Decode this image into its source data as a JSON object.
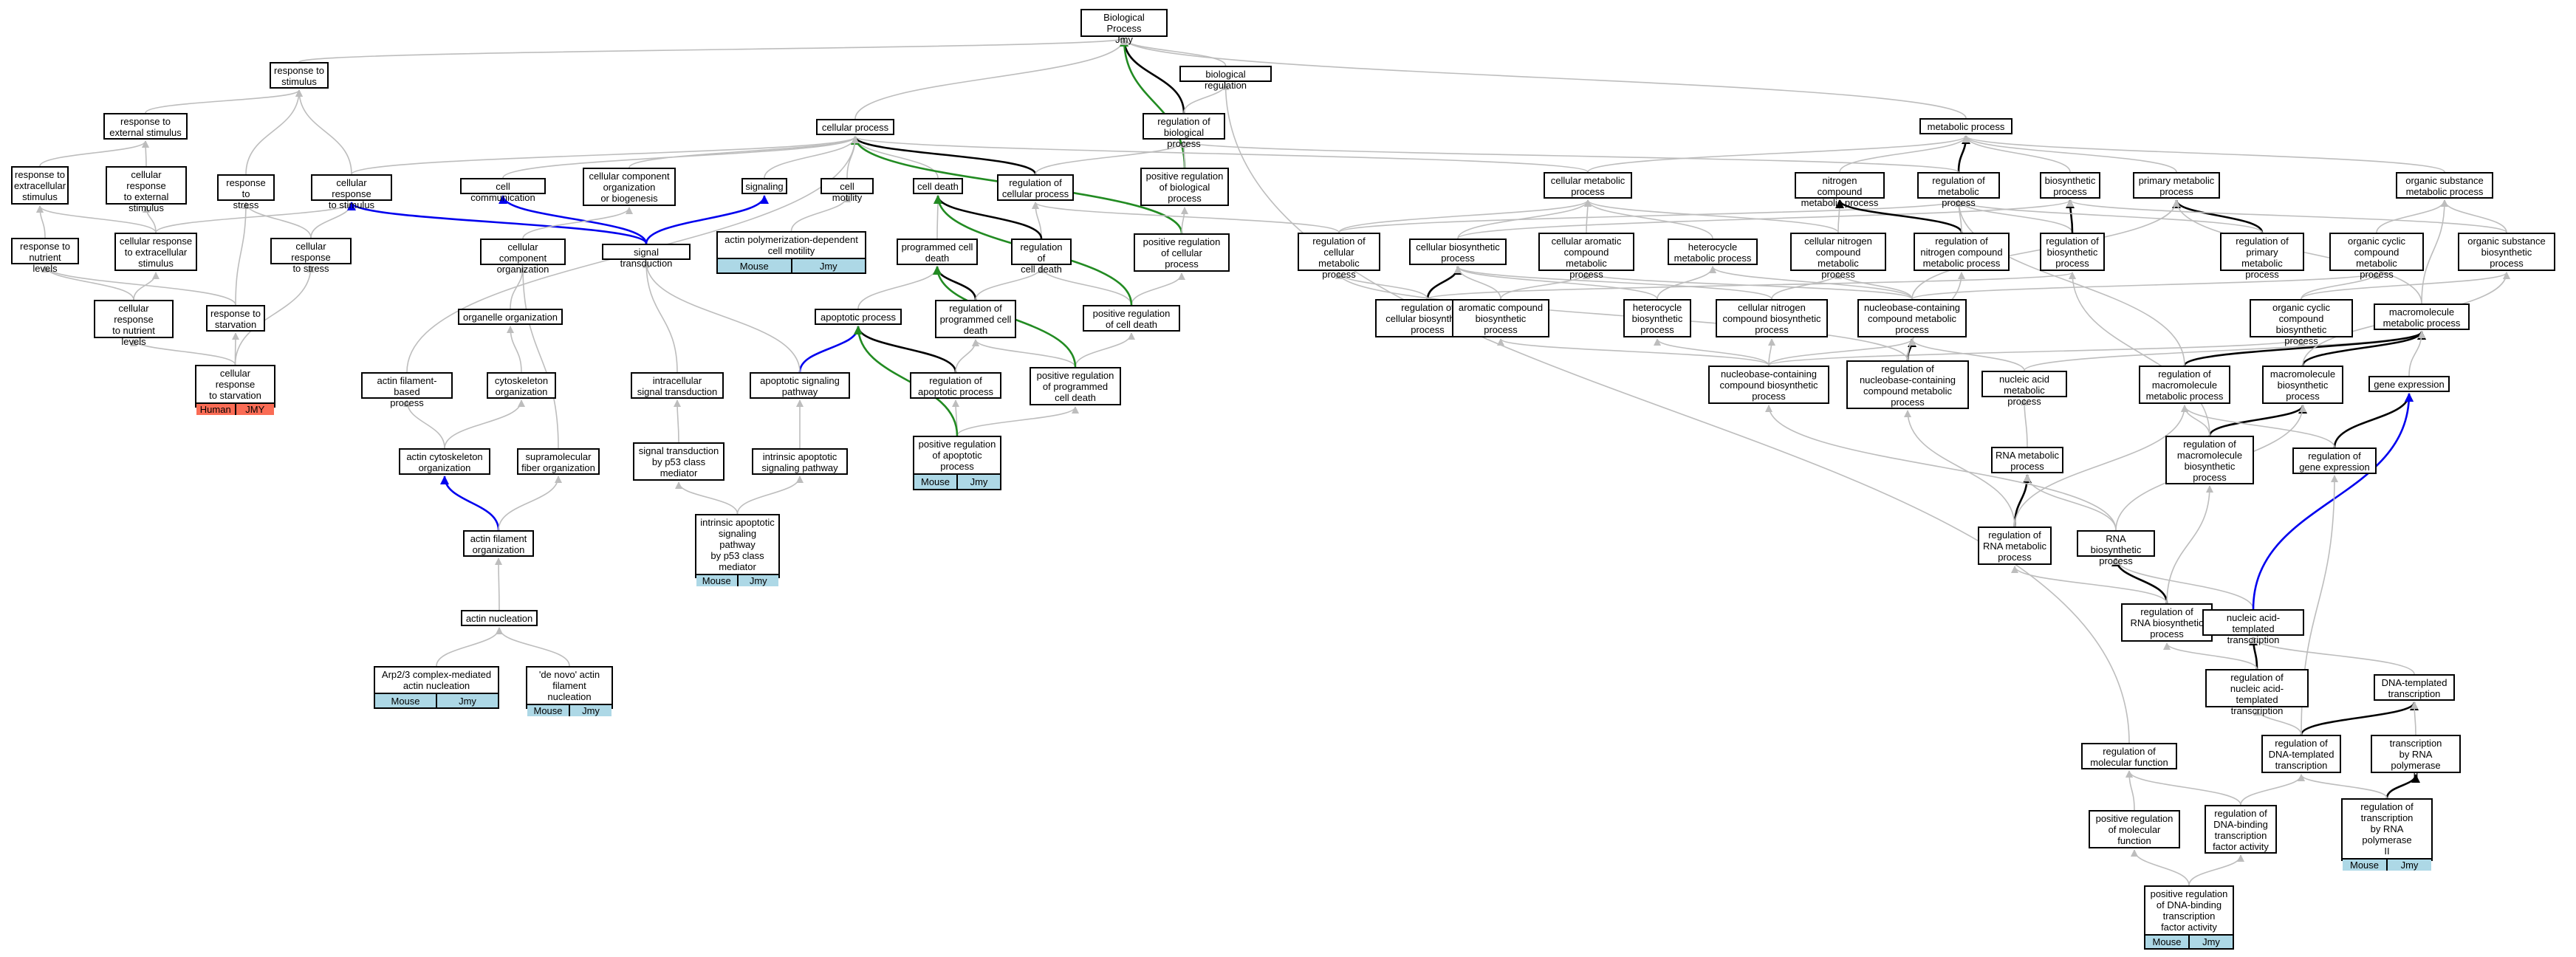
{
  "colors": {
    "edge_default": "#bdbdbd",
    "edge_is_a": "#000000",
    "edge_negative": "#0000ee",
    "edge_positive": "#228b22",
    "anno_mouse": "#add8e6",
    "anno_human": "#fa6c55"
  },
  "nodes": {
    "bp": {
      "label": "Biological Process\nJmy"
    },
    "br": {
      "label": "biological regulation"
    },
    "rts": {
      "label": "response to\nstimulus"
    },
    "rtes": {
      "label": "response to\nexternal stimulus"
    },
    "rtex": {
      "label": "response to\nextracellular\nstimulus"
    },
    "crtes": {
      "label": "cellular response\nto external\nstimulus"
    },
    "rtnl": {
      "label": "response to\nnutrient levels"
    },
    "crtex": {
      "label": "cellular response\nto extracellular\nstimulus"
    },
    "crnl": {
      "label": "cellular response\nto nutrient\nlevels"
    },
    "rtst": {
      "label": "response to\nstress"
    },
    "crtst": {
      "label": "cellular response\nto stimulus"
    },
    "crstress": {
      "label": "cellular response\nto stress"
    },
    "rtstarv": {
      "label": "response to\nstarvation"
    },
    "crtstarv": {
      "label": "cellular response\nto starvation",
      "ann": [
        "Human",
        "JMY"
      ]
    },
    "cp": {
      "label": "cellular process"
    },
    "cc": {
      "label": "cell communication"
    },
    "ccob": {
      "label": "cellular component\norganization\nor biogenesis"
    },
    "sig": {
      "label": "signaling"
    },
    "cm": {
      "label": "cell motility"
    },
    "cd": {
      "label": "cell death"
    },
    "rcp": {
      "label": "regulation of\ncellular process"
    },
    "robp": {
      "label": "regulation of\nbiological process"
    },
    "prbp": {
      "label": "positive regulation\nof biological\nprocess"
    },
    "ccorg": {
      "label": "cellular component\norganization"
    },
    "st": {
      "label": "signal transduction"
    },
    "apdcm": {
      "label": "actin polymerization-dependent\ncell motility",
      "ann": [
        "Mouse",
        "Jmy"
      ]
    },
    "pcd": {
      "label": "programmed cell\ndeath"
    },
    "rocd": {
      "label": "regulation of\ncell death"
    },
    "prcp": {
      "label": "positive regulation\nof cellular\nprocess"
    },
    "oo": {
      "label": "organelle organization"
    },
    "ap": {
      "label": "apoptotic process"
    },
    "ropcd": {
      "label": "regulation of\nprogrammed cell\ndeath"
    },
    "prcd": {
      "label": "positive regulation\nof cell death"
    },
    "afbp": {
      "label": "actin filament-based\nprocess"
    },
    "cytorg": {
      "label": "cytoskeleton\norganization"
    },
    "ist": {
      "label": "intracellular\nsignal transduction"
    },
    "asp": {
      "label": "apoptotic signaling\npathway"
    },
    "roap": {
      "label": "regulation of\napoptotic process"
    },
    "prpcd": {
      "label": "positive regulation\nof programmed\ncell death"
    },
    "aco": {
      "label": "actin cytoskeleton\norganization"
    },
    "sfo": {
      "label": "supramolecular\nfiber organization"
    },
    "stp53": {
      "label": "signal transduction\nby p53 class\nmediator"
    },
    "iasp": {
      "label": "intrinsic apoptotic\nsignaling pathway"
    },
    "prap": {
      "label": "positive regulation\nof apoptotic\nprocess",
      "ann": [
        "Mouse",
        "Jmy"
      ]
    },
    "iaspp53": {
      "label": "intrinsic apoptotic\nsignaling pathway\nby p53 class\nmediator",
      "ann": [
        "Mouse",
        "Jmy"
      ]
    },
    "afo": {
      "label": "actin filament\norganization"
    },
    "an": {
      "label": "actin nucleation"
    },
    "arp23": {
      "label": "Arp2/3 complex-mediated\nactin nucleation",
      "ann": [
        "Mouse",
        "Jmy"
      ]
    },
    "denovo": {
      "label": "'de novo' actin\nfilament nucleation",
      "ann": [
        "Mouse",
        "Jmy"
      ]
    },
    "mp": {
      "label": "metabolic process"
    },
    "cmp": {
      "label": "cellular metabolic\nprocess"
    },
    "ncmp": {
      "label": "nitrogen compound\nmetabolic process"
    },
    "romp": {
      "label": "regulation of\nmetabolic process"
    },
    "bsp": {
      "label": "biosynthetic\nprocess"
    },
    "pmp": {
      "label": "primary metabolic\nprocess"
    },
    "osmp": {
      "label": "organic substance\nmetabolic process"
    },
    "rocmp": {
      "label": "regulation of\ncellular metabolic\nprocess"
    },
    "cbp": {
      "label": "cellular biosynthetic\nprocess"
    },
    "cacmp": {
      "label": "cellular aromatic\ncompound metabolic\nprocess"
    },
    "hmp": {
      "label": "heterocycle\nmetabolic process"
    },
    "cncmp": {
      "label": "cellular nitrogen\ncompound metabolic\nprocess"
    },
    "roncmp": {
      "label": "regulation of\nnitrogen compound\nmetabolic process"
    },
    "robsp": {
      "label": "regulation of\nbiosynthetic\nprocess"
    },
    "ropmp": {
      "label": "regulation of\nprimary metabolic\nprocess"
    },
    "occmp": {
      "label": "organic cyclic\ncompound metabolic\nprocess"
    },
    "osbp": {
      "label": "organic substance\nbiosynthetic\nprocess"
    },
    "rocbp": {
      "label": "regulation of\ncellular biosynthetic\nprocess"
    },
    "acbp": {
      "label": "aromatic compound\nbiosynthetic\nprocess"
    },
    "hbp": {
      "label": "heterocycle\nbiosynthetic\nprocess"
    },
    "cncbp": {
      "label": "cellular nitrogen\ncompound biosynthetic\nprocess"
    },
    "nbcmp": {
      "label": "nucleobase-containing\ncompound metabolic\nprocess"
    },
    "occbp": {
      "label": "organic cyclic\ncompound biosynthetic\nprocess"
    },
    "macmp": {
      "label": "macromolecule\nmetabolic process"
    },
    "nbcbp": {
      "label": "nucleobase-containing\ncompound biosynthetic\nprocess"
    },
    "ronbcmp": {
      "label": "regulation of\nnucleobase-containing\ncompound metabolic\nprocess"
    },
    "namp": {
      "label": "nucleic acid\nmetabolic process"
    },
    "romacmp": {
      "label": "regulation of\nmacromolecule\nmetabolic process"
    },
    "macbp": {
      "label": "macromolecule\nbiosynthetic\nprocess"
    },
    "ge": {
      "label": "gene expression"
    },
    "rmp": {
      "label": "RNA metabolic\nprocess"
    },
    "romacbp": {
      "label": "regulation of\nmacromolecule\nbiosynthetic\nprocess"
    },
    "roge": {
      "label": "regulation of\ngene expression"
    },
    "rormp": {
      "label": "regulation of\nRNA metabolic\nprocess"
    },
    "rbp": {
      "label": "RNA biosynthetic\nprocess"
    },
    "rorbp": {
      "label": "regulation of\nRNA biosynthetic\nprocess"
    },
    "natt": {
      "label": "nucleic acid-templated\ntranscription"
    },
    "ronatt": {
      "label": "regulation of\nnucleic acid-templated\ntranscription"
    },
    "dtt": {
      "label": "DNA-templated\ntranscription"
    },
    "romf": {
      "label": "regulation of\nmolecular function"
    },
    "rodtt": {
      "label": "regulation of\nDNA-templated\ntranscription"
    },
    "tbrp2": {
      "label": "transcription\nby RNA polymerase\nII"
    },
    "prmf": {
      "label": "positive regulation\nof molecular\nfunction"
    },
    "rodbtfa": {
      "label": "regulation of\nDNA-binding\ntranscription\nfactor activity"
    },
    "rotbrp2": {
      "label": "regulation of\ntranscription\nby RNA polymerase\nII",
      "ann": [
        "Mouse",
        "Jmy"
      ]
    },
    "prdbtfa": {
      "label": "positive regulation\nof DNA-binding\ntranscription\nfactor activity",
      "ann": [
        "Mouse",
        "Jmy"
      ]
    }
  }
}
